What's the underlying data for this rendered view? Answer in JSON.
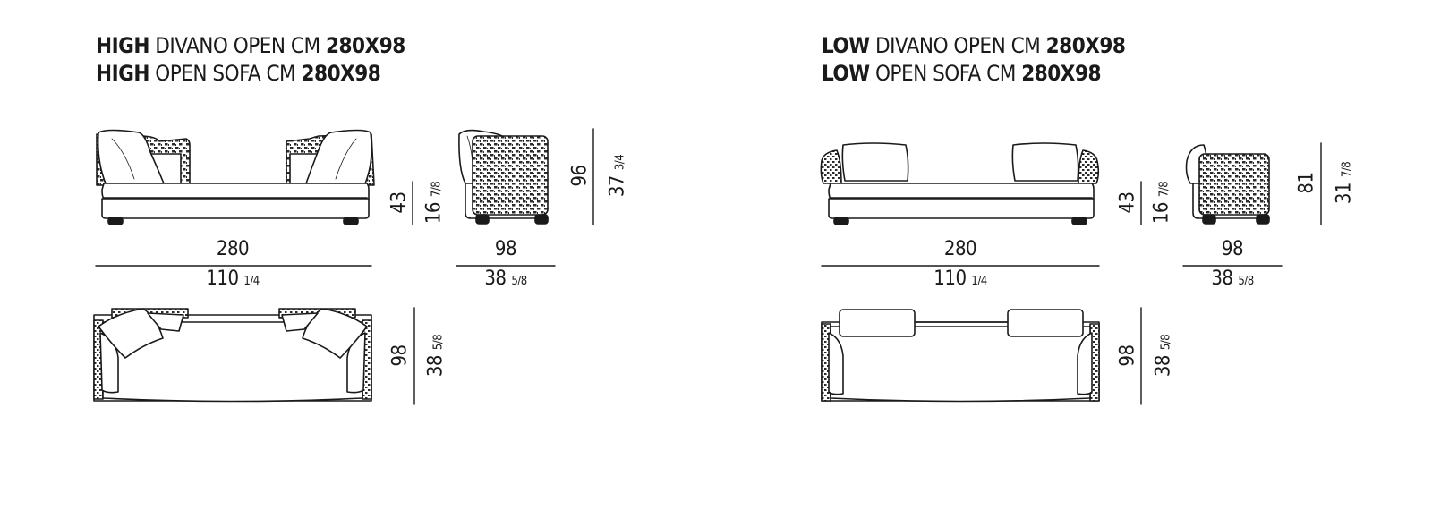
{
  "high": {
    "title_it": {
      "bold1": "HIGH",
      "mid": "DIVANO OPEN CM",
      "bold2": "280X98"
    },
    "title_en": {
      "bold1": "HIGH",
      "mid": "OPEN SOFA CM",
      "bold2": "280X98"
    },
    "front_height_cm": "43",
    "front_height_in": "16",
    "front_height_in_frac": "7/8",
    "width_cm": "280",
    "width_in": "110",
    "width_in_frac": "1/4",
    "side_height_cm": "96",
    "side_height_in": "37",
    "side_height_in_frac": "3/4",
    "depth_cm": "98",
    "depth_in": "38",
    "depth_in_frac": "5/8",
    "top_depth_cm": "98",
    "top_depth_in": "38",
    "top_depth_in_frac": "5/8"
  },
  "low": {
    "title_it": {
      "bold1": "LOW",
      "mid": "DIVANO OPEN CM",
      "bold2": "280X98"
    },
    "title_en": {
      "bold1": "LOW",
      "mid": "OPEN SOFA CM",
      "bold2": "280X98"
    },
    "front_height_cm": "43",
    "front_height_in": "16",
    "front_height_in_frac": "7/8",
    "width_cm": "280",
    "width_in": "110",
    "width_in_frac": "1/4",
    "side_height_cm": "81",
    "side_height_in": "31",
    "side_height_in_frac": "7/8",
    "depth_cm": "98",
    "depth_in": "38",
    "depth_in_frac": "5/8",
    "top_depth_cm": "98",
    "top_depth_in": "38",
    "top_depth_in_frac": "5/8"
  },
  "colors": {
    "line": "#1a1a1a",
    "weave": "#2b2b2b",
    "fill": "#ffffff"
  }
}
